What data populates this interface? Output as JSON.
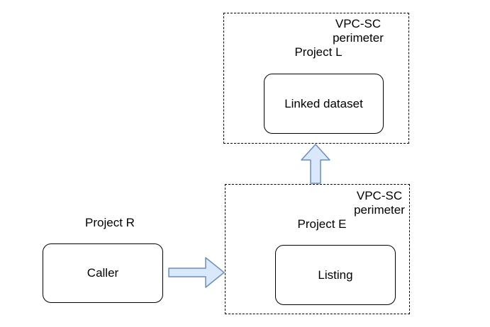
{
  "colors": {
    "background": "#ffffff",
    "box_border": "#000000",
    "text": "#000000",
    "arrow_fill": "#dae8fc",
    "arrow_stroke": "#6c8ebf"
  },
  "perimeter_top": {
    "label_line1": "VPC-SC",
    "label_line2": "perimeter",
    "project": "Project L",
    "node": "Linked dataset"
  },
  "perimeter_bottom": {
    "label_line1": "VPC-SC",
    "label_line2": "perimeter",
    "project": "Project E",
    "node": "Listing"
  },
  "external": {
    "project": "Project R",
    "node": "Caller"
  },
  "arrows": [
    {
      "name": "caller-to-listing",
      "direction": "right"
    },
    {
      "name": "listing-to-linked-dataset",
      "direction": "up"
    }
  ]
}
